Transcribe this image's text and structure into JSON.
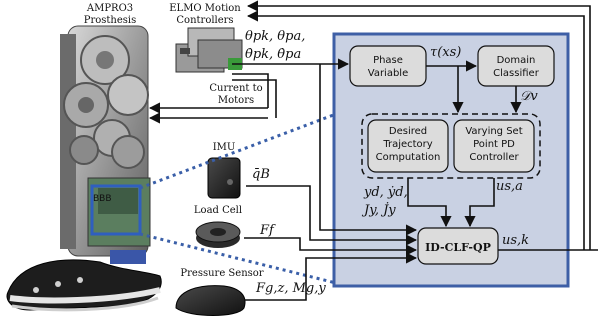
{
  "labels": {
    "prosthesis_l1": "AMPRO3",
    "prosthesis_l2": "Prosthesis",
    "elmo_l1": "ELMO Motion",
    "elmo_l2": "Controllers",
    "current_l1": "Current to",
    "current_l2": "Motors",
    "imu": "IMU",
    "bbb": "BBB",
    "load_cell": "Load Cell",
    "pressure_sensor": "Pressure Sensor"
  },
  "blocks": {
    "phase_l1": "Phase",
    "phase_l2": "Variable",
    "domain_l1": "Domain",
    "domain_l2": "Classifier",
    "desired_l1": "Desired",
    "desired_l2": "Trajectory",
    "desired_l3": "Computation",
    "varying_l1": "Varying Set",
    "varying_l2": "Point PD",
    "varying_l3": "Controller",
    "idclf": "ID-CLF-QP"
  },
  "signals": {
    "theta_l1": "θpk, θpa,",
    "theta_l2": "θ̇pk, θ̇pa",
    "tau": "τ(xs)",
    "dv": "𝒟v",
    "qb": "q̄B",
    "ff": "Ff",
    "fg": "Fg,z, Mg,y",
    "yd_l1": "yd, ẏd,",
    "yd_l2": "Jy, J̇y",
    "usa": "us,a",
    "usk": "us,k"
  },
  "colors": {
    "panel_fill": "#c9d1e3",
    "panel_border": "#3e5fa6",
    "dotted": "#3a5fa8",
    "block_fill": "#dcdcdc",
    "bbb_box": "#2f5fbf"
  }
}
